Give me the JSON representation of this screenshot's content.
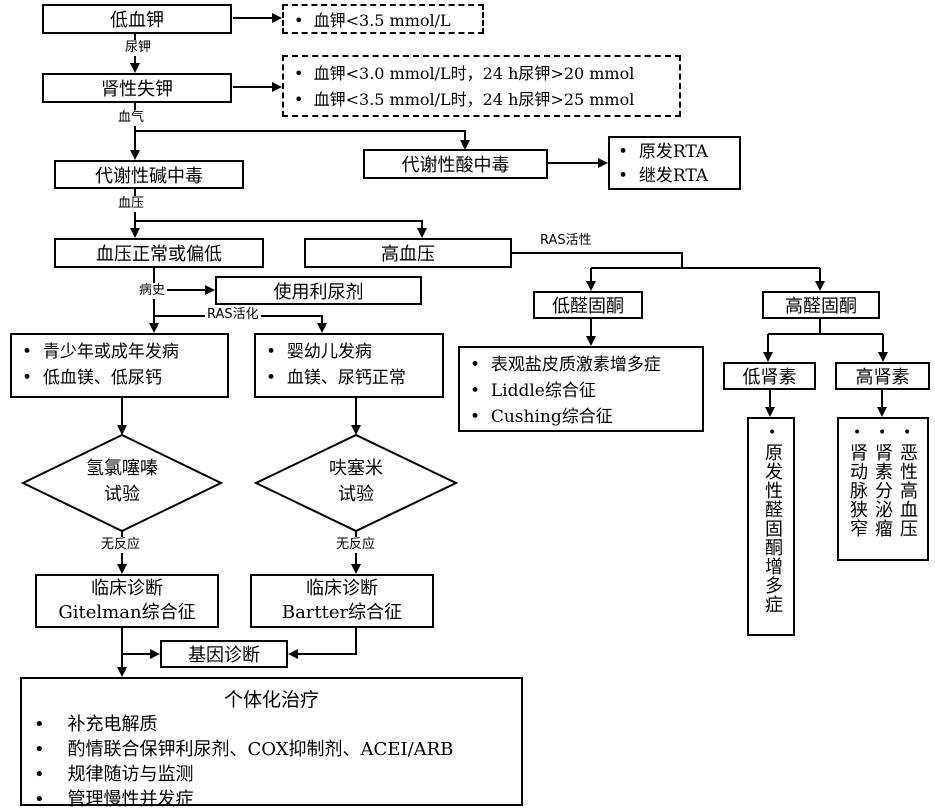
{
  "nodes": {
    "hypokalemia": "低血钾",
    "renal_loss": "肾性失钾",
    "met_alkalosis": "代谢性碱中毒",
    "met_acidosis": "代谢性酸中毒",
    "bp_normal_low": "血压正常或偏低",
    "hypertension": "高血压",
    "diuretic_use": "使用利尿剂",
    "low_aldo": "低醛固酮",
    "high_aldo": "高醛固酮",
    "low_renin": "低肾素",
    "high_renin": "高肾素",
    "thiazide_test_line1": "氢氯噻嗪",
    "thiazide_test_line2": "试验",
    "furosemide_test_line1": "呋塞米",
    "furosemide_test_line2": "试验",
    "gitelman_line1": "临床诊断",
    "gitelman_line2": "Gitelman综合征",
    "bartter_line1": "临床诊断",
    "bartter_line2": "Bartter综合征",
    "gene_dx": "基因诊断"
  },
  "notes": {
    "k_threshold": "血钾<3.5 mmol/L",
    "renal_criteria": [
      "血钾<3.0 mmol/L时，24 h尿钾>20 mmol",
      "血钾<3.5 mmol/L时，24 h尿钾>25 mmol"
    ],
    "rta": [
      "原发RTA",
      "继发RTA"
    ],
    "teen_adult": [
      "青少年或成年发病",
      "低血镁、低尿钙"
    ],
    "infant": [
      "婴幼儿发病",
      "血镁、尿钙正常"
    ],
    "low_aldo_causes": [
      "表观盐皮质激素增多症",
      "Liddle综合征",
      "Cushing综合征"
    ],
    "low_renin_cause": "原发性醛固酮增多症",
    "high_renin_causes": [
      "恶性高血压",
      "肾素分泌瘤",
      "肾动脉狭窄"
    ]
  },
  "edge_labels": {
    "urine_k": "尿钾",
    "blood_gas": "血气",
    "blood_pressure": "血压",
    "history": "病史",
    "ras_activation": "RAS活化",
    "ras_activity": "RAS活性",
    "no_response_left": "无反应",
    "no_response_right": "无反应"
  },
  "treatment": {
    "title": "个体化治疗",
    "items": [
      "补充电解质",
      "酌情联合保钾利尿剂、COX抑制剂、ACEI/ARB",
      "规律随访与监测",
      "管理慢性并发症"
    ]
  },
  "colors": {
    "stroke": "#000000",
    "background": "#ffffff"
  }
}
